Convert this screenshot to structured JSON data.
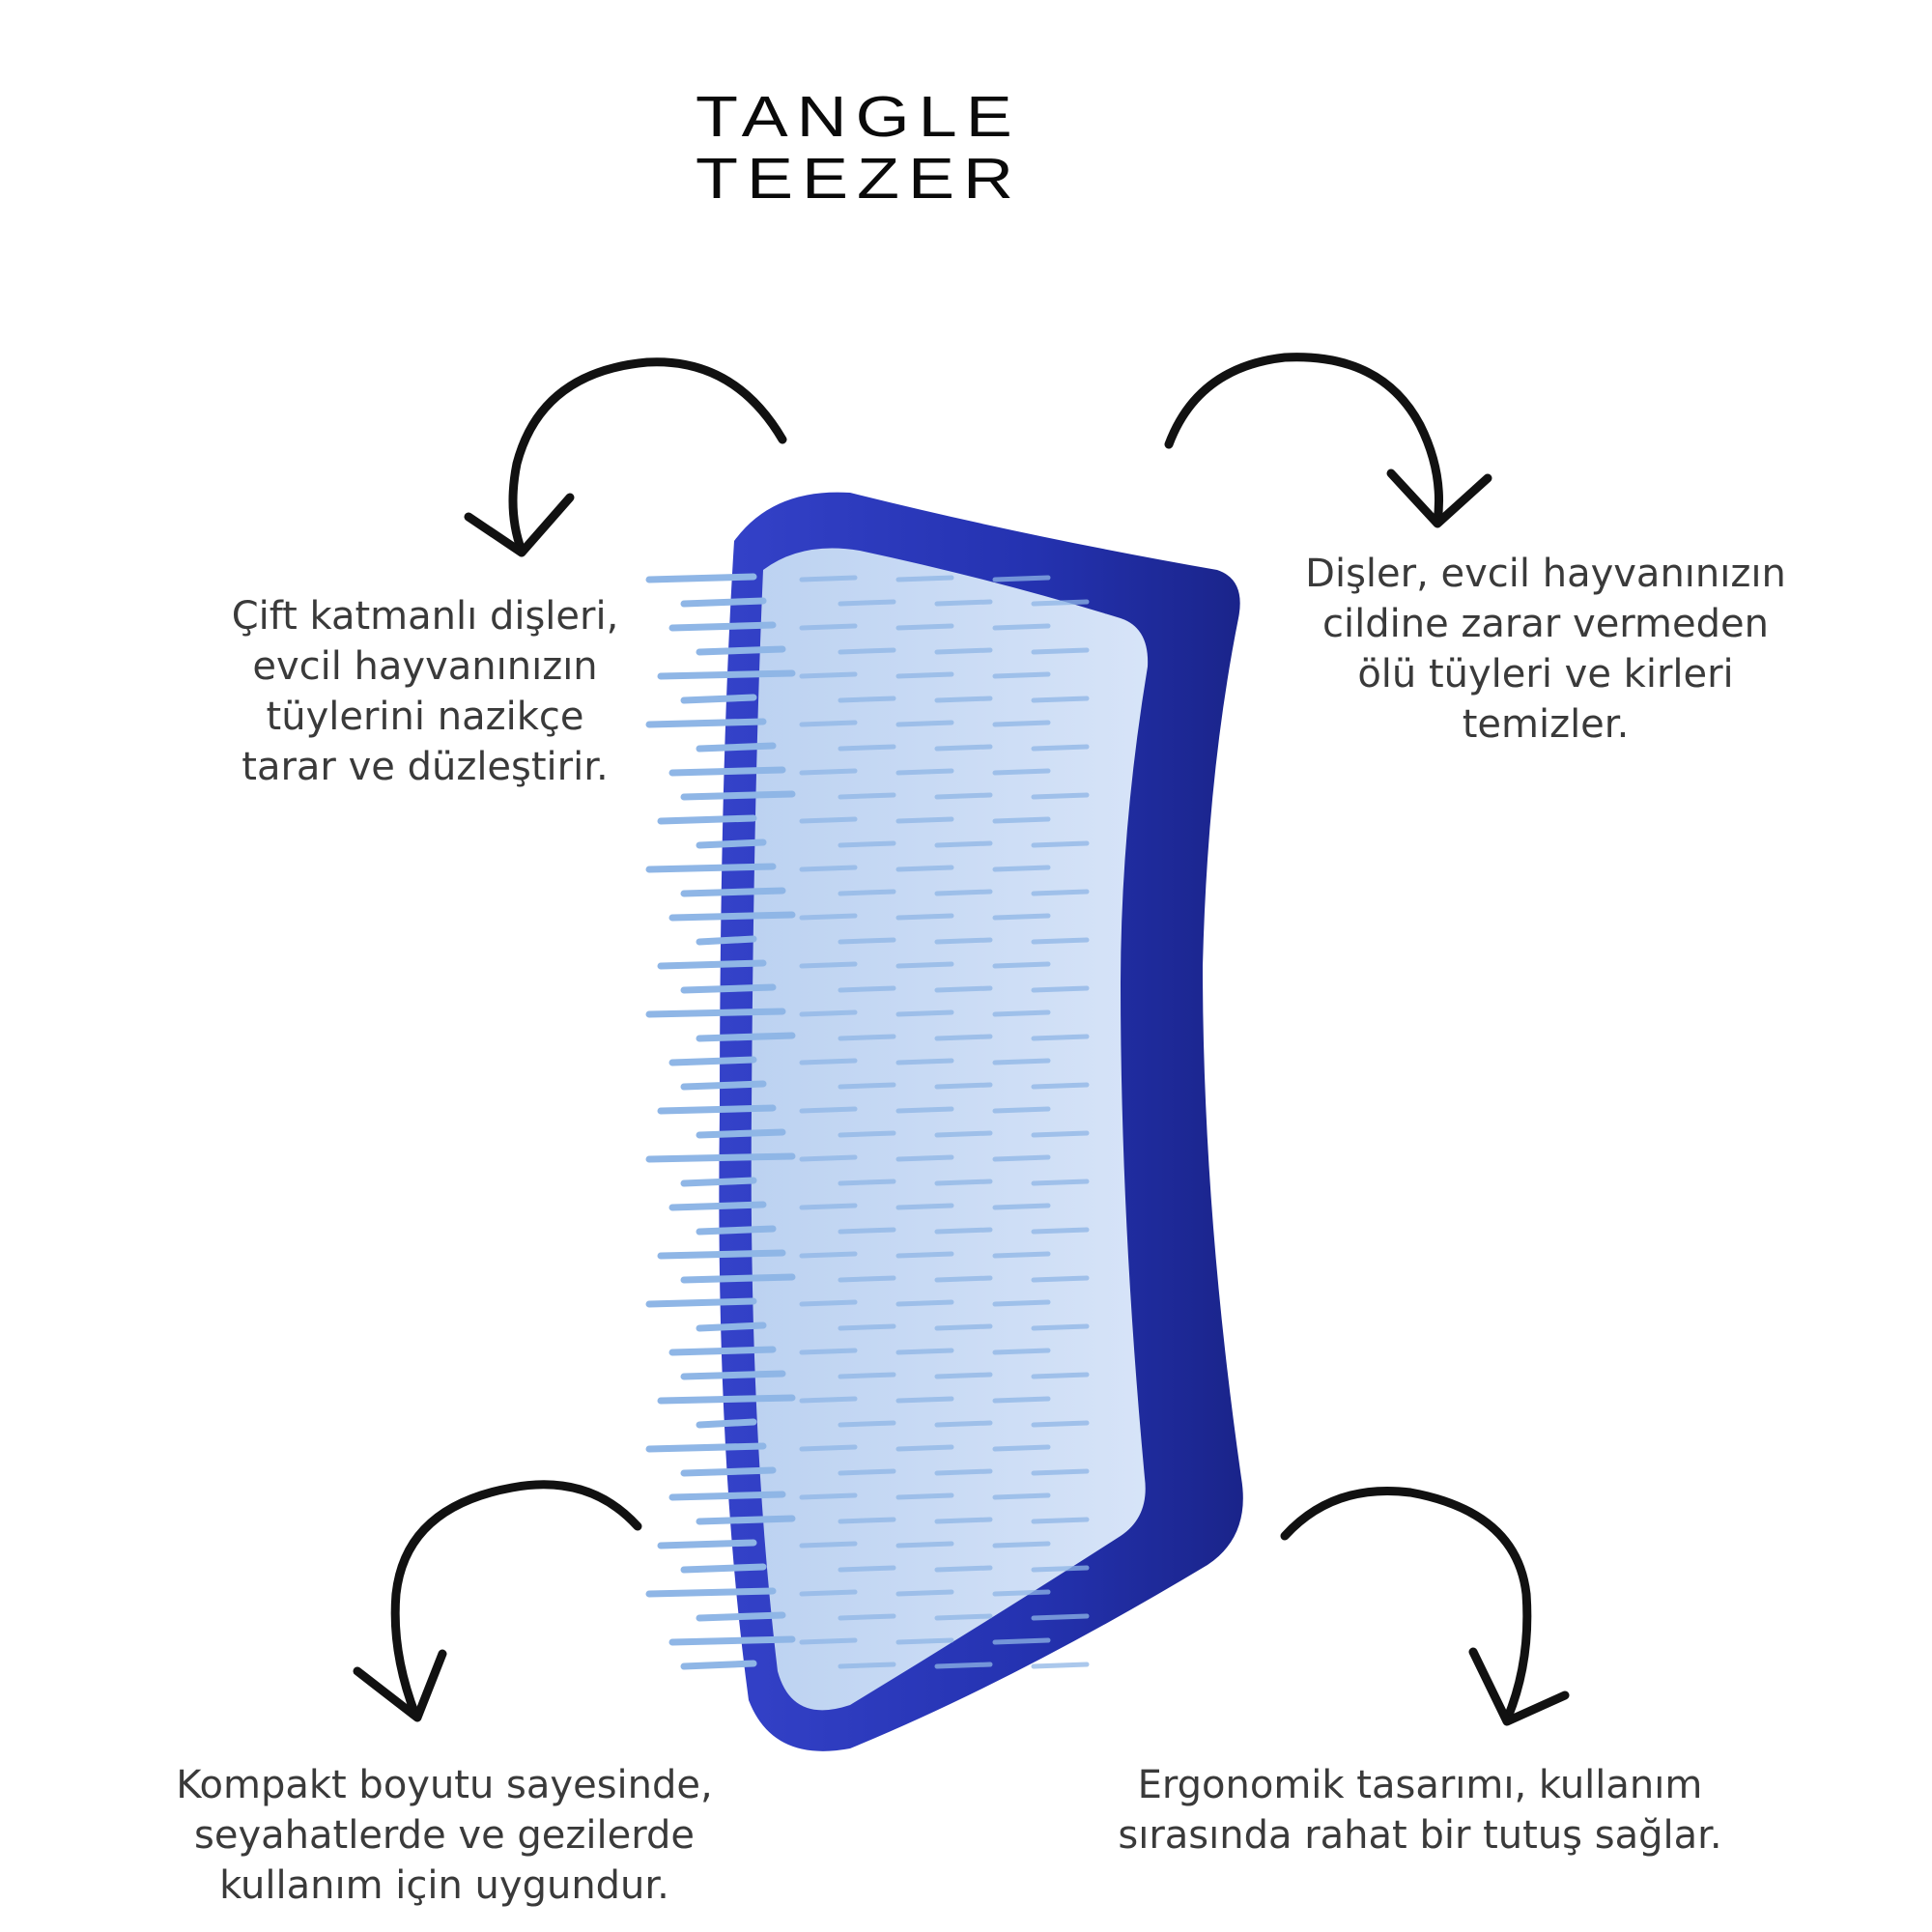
{
  "brand": {
    "line1": "TANGLE",
    "line2": "TEEZER"
  },
  "captions": {
    "top_left": "Çift katmanlı dişleri,\nevcil hayvanınızın\ntüylerini nazikçe\ntarar ve düzleştirir.",
    "top_right": "Dişler, evcil hayvanınızın\ncildine zarar vermeden\nölü tüyleri ve kirleri\ntemizler.",
    "bottom_left": "Kompakt boyutu sayesinde,\nseyahatlerde ve gezilerde\nkullanım için uygundur.",
    "bottom_right": "Ergonomik tasarımı, kullanım\nsırasında rahat bir tutuş sağlar."
  },
  "colors": {
    "brush_shell": "#2a37b8",
    "brush_pad": "#c9daf4",
    "bristle": "#8fb6e6",
    "arrow": "#111111"
  },
  "icons": [
    "curved-arrow-icon",
    "brush-illustration"
  ]
}
